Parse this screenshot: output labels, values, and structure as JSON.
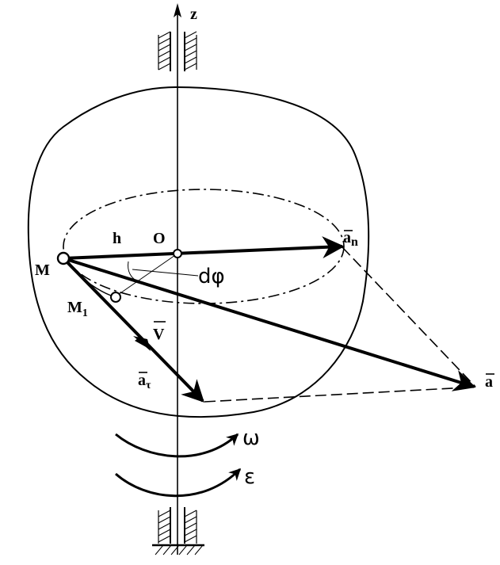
{
  "labels": {
    "z_axis": "z",
    "point_m": "M",
    "point_m1": "M",
    "point_m1_sub": "1",
    "point_o": "O",
    "radius_h": "h",
    "angle": "dφ",
    "velocity": "V",
    "tangential_accel": "a",
    "tangential_sub": "τ",
    "normal_accel": "a",
    "normal_sub": "n",
    "total_accel": "a",
    "angular_velocity": "ω",
    "angular_accel": "ε"
  },
  "colors": {
    "stroke": "#000000",
    "background": "#ffffff"
  }
}
